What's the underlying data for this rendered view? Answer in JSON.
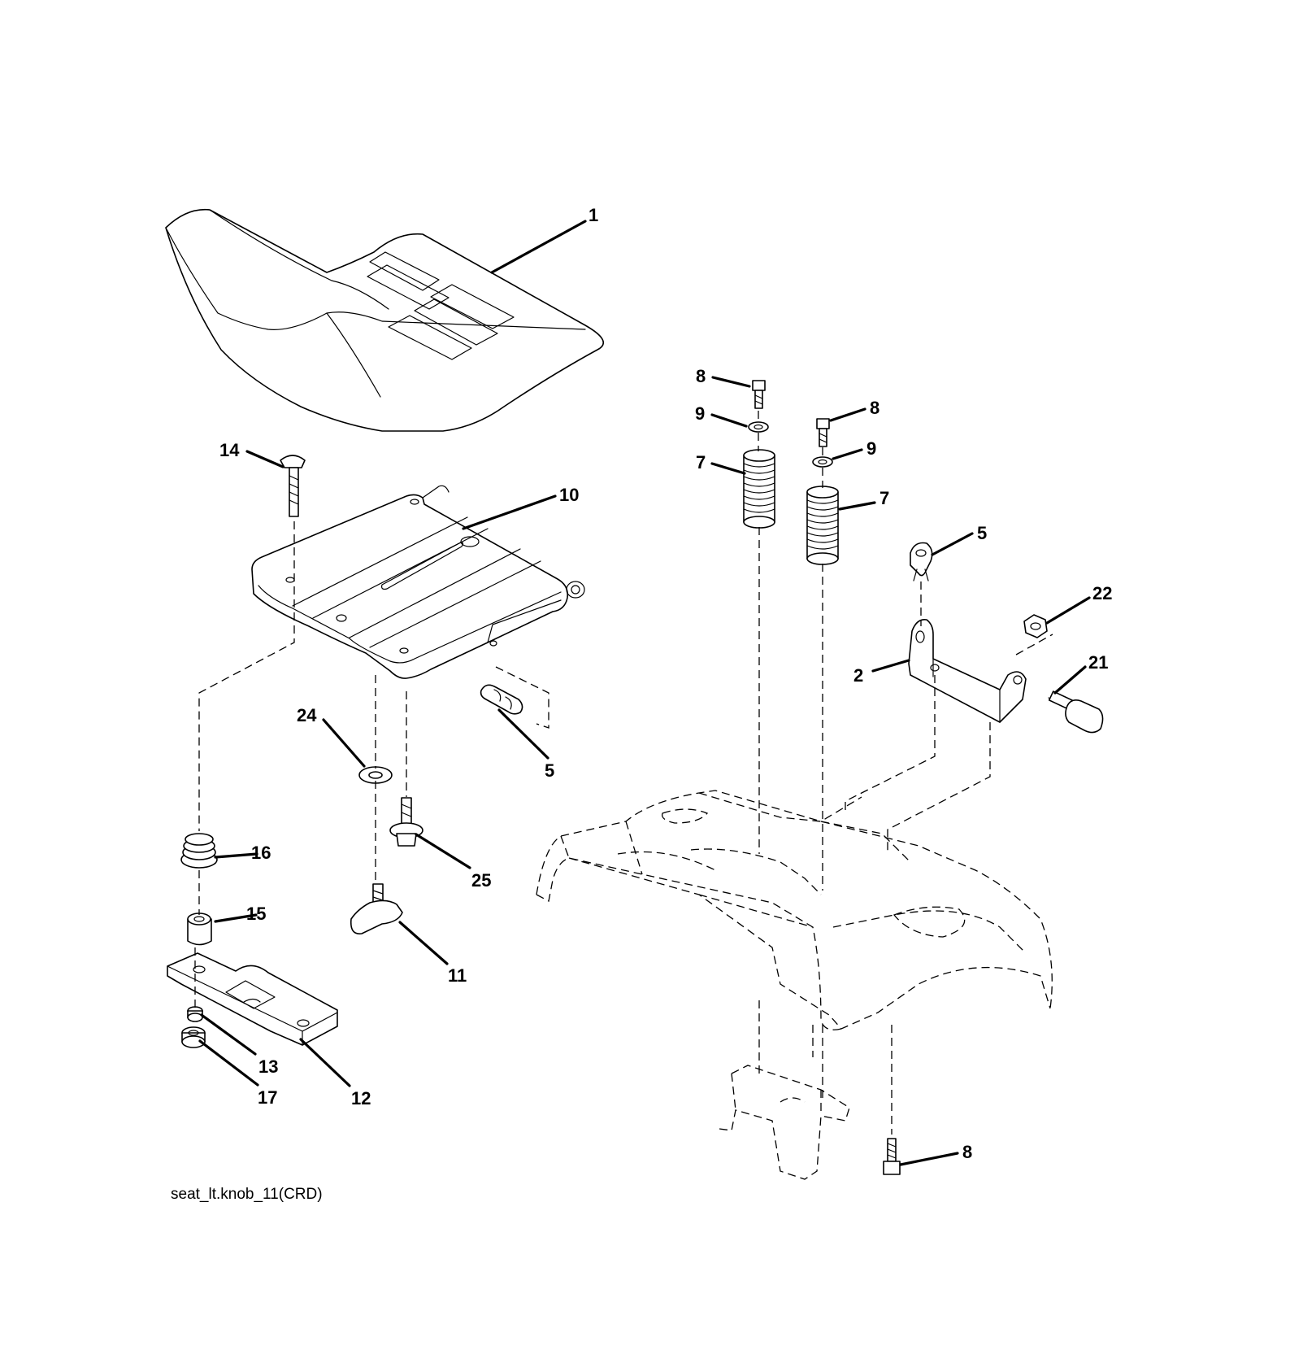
{
  "diagram": {
    "caption": "seat_lt.knob_11(CRD)",
    "callouts": [
      {
        "part": "seat",
        "label": "1"
      },
      {
        "part": "seat-pan",
        "label": "10"
      },
      {
        "part": "carriage-bolt",
        "label": "14"
      },
      {
        "part": "wire-tie-under-pan",
        "label": "5"
      },
      {
        "part": "flat-washer",
        "label": "24"
      },
      {
        "part": "shoulder-bolt",
        "label": "25"
      },
      {
        "part": "compression-spring",
        "label": "16"
      },
      {
        "part": "spacer",
        "label": "15"
      },
      {
        "part": "seat-knob",
        "label": "11"
      },
      {
        "part": "seat-slide-bracket",
        "label": "12"
      },
      {
        "part": "lock-washer",
        "label": "13"
      },
      {
        "part": "hex-nut",
        "label": "17"
      },
      {
        "part": "bolt-left",
        "label": "8"
      },
      {
        "part": "washer-left",
        "label": "9"
      },
      {
        "part": "spring-left",
        "label": "7"
      },
      {
        "part": "bolt-right",
        "label": "8"
      },
      {
        "part": "washer-right",
        "label": "9"
      },
      {
        "part": "spring-right",
        "label": "7"
      },
      {
        "part": "wire-tie-bracket",
        "label": "5"
      },
      {
        "part": "nut",
        "label": "22"
      },
      {
        "part": "seat-bracket",
        "label": "2"
      },
      {
        "part": "shoulder-screw",
        "label": "21"
      },
      {
        "part": "bolt-bottom",
        "label": "8"
      }
    ]
  }
}
